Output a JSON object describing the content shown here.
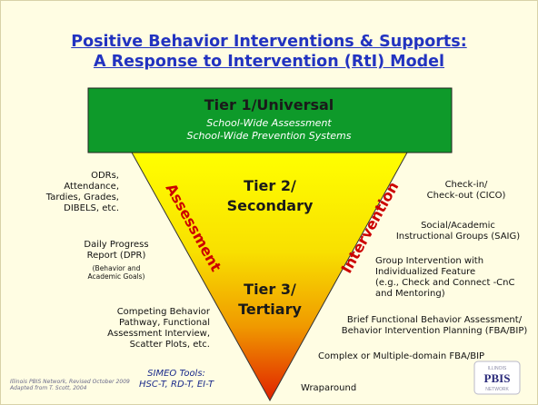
{
  "title": {
    "line1": "Positive Behavior Interventions & Supports:",
    "line2": "A Response to Intervention (RtI) Model"
  },
  "tiers": {
    "tier1": {
      "title": "Tier 1/Universal",
      "sub1": "School-Wide Assessment",
      "sub2": "School-Wide Prevention Systems"
    },
    "tier2": {
      "line1": "Tier 2/",
      "line2": "Secondary"
    },
    "tier3": {
      "line1": "Tier 3/",
      "line2": "Tertiary"
    }
  },
  "side_labels": {
    "assessment": "Assessment",
    "intervention": "Intervention"
  },
  "left_notes": {
    "n1": [
      "ODRs,",
      "Attendance,",
      "Tardies, Grades,",
      "DIBELS, etc."
    ],
    "n2": [
      "Daily Progress",
      "Report (DPR)"
    ],
    "n2_small": [
      "(Behavior and",
      "Academic Goals)"
    ],
    "n3": [
      "Competing Behavior",
      "Pathway, Functional",
      "Assessment Interview,",
      "Scatter Plots, etc."
    ]
  },
  "right_notes": {
    "r1": [
      "Check-in/",
      "Check-out (CICO)"
    ],
    "r2": [
      "Social/Academic",
      "Instructional Groups (SAIG)"
    ],
    "r3": [
      "Group Intervention with",
      "Individualized Feature",
      "(e.g., Check and Connect -CnC",
      "and Mentoring)"
    ],
    "r4": [
      "Brief Functional Behavior Assessment/",
      "Behavior Intervention Planning (FBA/BIP)"
    ],
    "r5": "Complex or Multiple-domain FBA/BIP",
    "r6": "Wraparound"
  },
  "tools": {
    "line1": "SIMEO Tools:",
    "line2": "HSC-T, RD-T, EI-T"
  },
  "credit": {
    "line1": "Illinois PBIS Network, Revised October 2009",
    "line2": "Adapted from T. Scott, 2004"
  },
  "logo": {
    "top": "ILLINOIS",
    "main": "PBIS",
    "bottom": "NETWORK"
  },
  "colors": {
    "tier1": "#0e9a2a",
    "gradient_top": "#ffff00",
    "gradient_mid": "#f5b800",
    "gradient_bottom": "#e02000",
    "title": "#2233c0",
    "side_labels": "#cc0000"
  }
}
